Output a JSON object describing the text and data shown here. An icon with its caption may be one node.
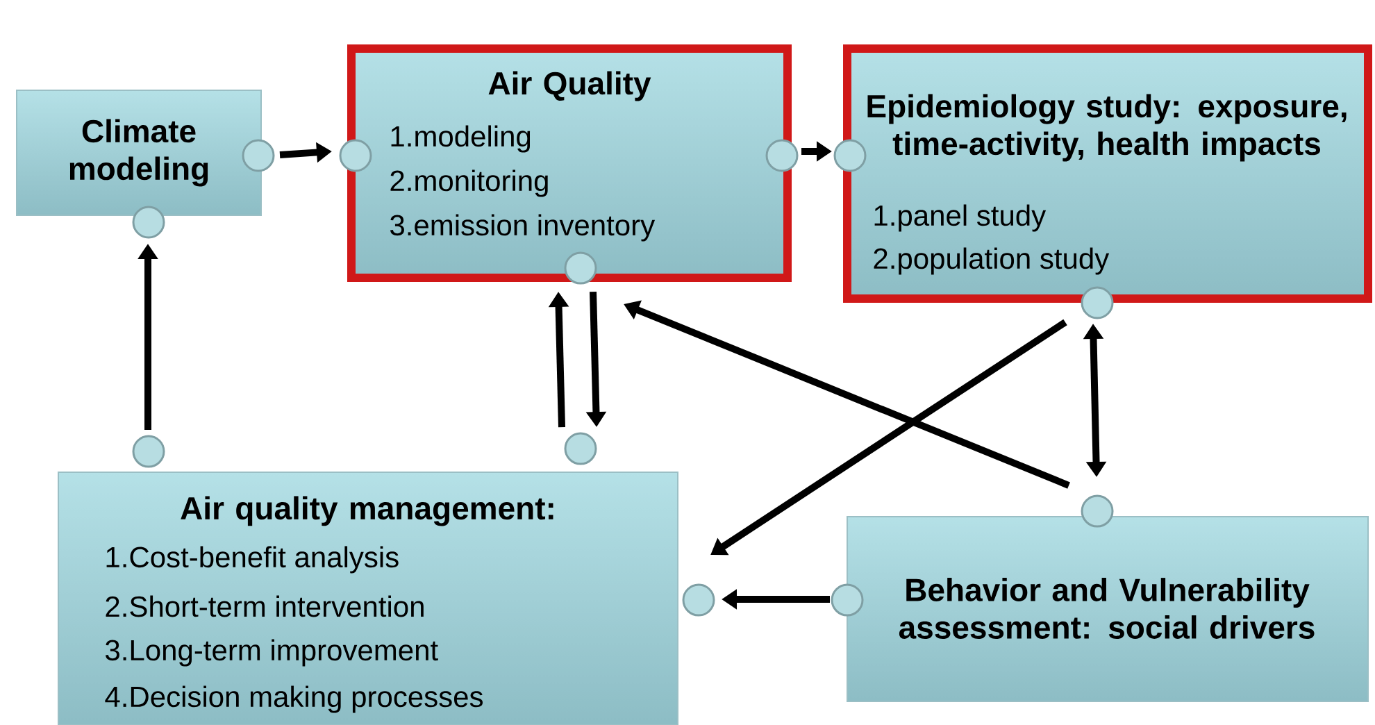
{
  "diagram": {
    "nodes": [
      {
        "text": [
          "Climate modeling"
        ]
      },
      {
        "text": [
          "Air Quality",
          "1.modeling",
          "2.monitoring",
          "3.emission inventory"
        ]
      },
      {
        "text": [
          "Epidemiology study: exposure, time-activity, health impacts",
          "1.panel study",
          "2.population study"
        ]
      },
      {
        "text": [
          "Air quality management:",
          "1.Cost-benefit analysis",
          "2.Short-term intervention",
          "3.Long-term improvement",
          "4.Decision making processes"
        ]
      },
      {
        "text": [
          "Behavior and Vulnerability assessment: social drivers"
        ]
      }
    ],
    "edges": [
      {
        "from": 0,
        "to": 1,
        "arrow": "to"
      },
      {
        "from": 1,
        "to": 2,
        "arrow": "to"
      },
      {
        "from": 3,
        "to": 0,
        "arrow": "to"
      },
      {
        "from": 3,
        "to": 1,
        "arrow": "to"
      },
      {
        "from": 1,
        "to": 3,
        "arrow": "to"
      },
      {
        "from": 2,
        "to": 4,
        "arrow": "both"
      },
      {
        "from": 2,
        "to": 3,
        "arrow": "to"
      },
      {
        "from": 4,
        "to": 1,
        "arrow": "to"
      },
      {
        "from": 4,
        "to": 3,
        "arrow": "to"
      }
    ]
  }
}
